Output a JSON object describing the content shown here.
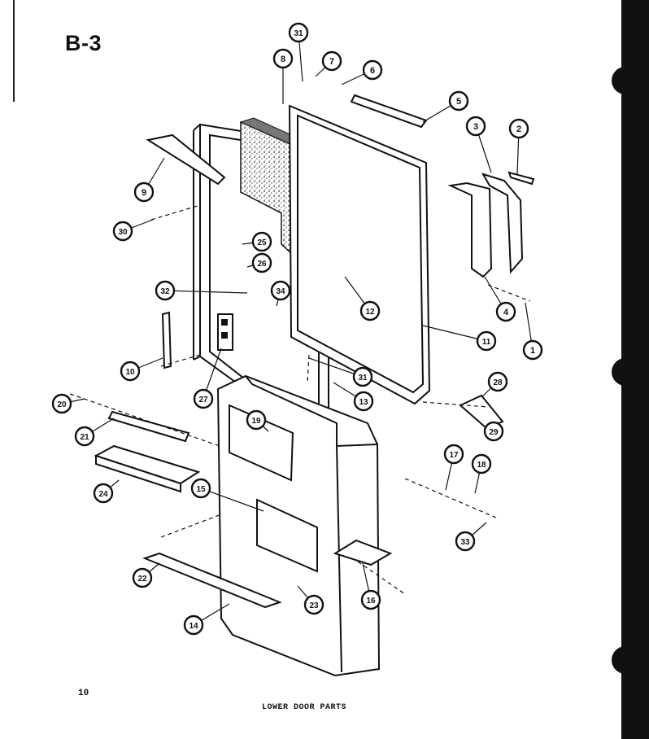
{
  "page": {
    "title": "B-3",
    "page_number": "10",
    "caption": "LOWER DOOR PARTS"
  },
  "callouts": [
    {
      "id": "c1",
      "label": "1"
    },
    {
      "id": "c2",
      "label": "2"
    },
    {
      "id": "c3",
      "label": "3"
    },
    {
      "id": "c4",
      "label": "4"
    },
    {
      "id": "c5",
      "label": "5"
    },
    {
      "id": "c6",
      "label": "6"
    },
    {
      "id": "c7",
      "label": "7"
    },
    {
      "id": "c8",
      "label": "8"
    },
    {
      "id": "c9",
      "label": "9"
    },
    {
      "id": "c10",
      "label": "10"
    },
    {
      "id": "c11",
      "label": "11"
    },
    {
      "id": "c12",
      "label": "12"
    },
    {
      "id": "c13",
      "label": "13"
    },
    {
      "id": "c14",
      "label": "14"
    },
    {
      "id": "c15",
      "label": "15"
    },
    {
      "id": "c16",
      "label": "16"
    },
    {
      "id": "c17",
      "label": "17"
    },
    {
      "id": "c18",
      "label": "18"
    },
    {
      "id": "c19",
      "label": "19"
    },
    {
      "id": "c20",
      "label": "20"
    },
    {
      "id": "c21",
      "label": "21"
    },
    {
      "id": "c22",
      "label": "22"
    },
    {
      "id": "c23",
      "label": "23"
    },
    {
      "id": "c24",
      "label": "24"
    },
    {
      "id": "c25",
      "label": "25"
    },
    {
      "id": "c26",
      "label": "26"
    },
    {
      "id": "c27",
      "label": "27"
    },
    {
      "id": "c28",
      "label": "28"
    },
    {
      "id": "c29",
      "label": "29"
    },
    {
      "id": "c30",
      "label": "30"
    },
    {
      "id": "c31a",
      "label": "31"
    },
    {
      "id": "c31b",
      "label": "31"
    },
    {
      "id": "c32",
      "label": "32"
    },
    {
      "id": "c33",
      "label": "33"
    },
    {
      "id": "c34",
      "label": "34"
    }
  ]
}
